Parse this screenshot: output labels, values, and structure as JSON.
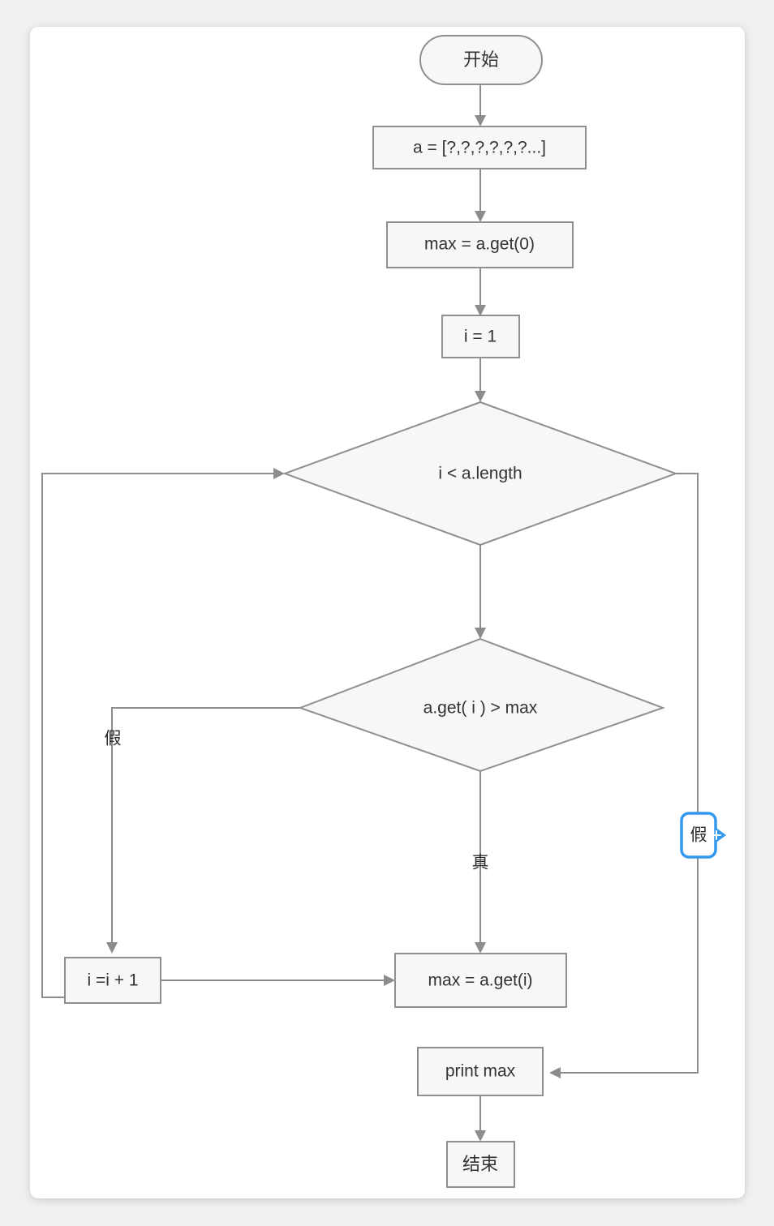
{
  "canvas": {
    "background_color": "#f0f0f0",
    "card_color": "#ffffff",
    "shape_fill": "#f7f7f7",
    "shape_stroke": "#8f8f8f",
    "edge_color": "#8c8c8c",
    "selection_color": "#3399ee"
  },
  "diagram": {
    "type": "flowchart",
    "title": "",
    "nodes": [
      {
        "id": "start",
        "label": "开始",
        "shape": "stadium"
      },
      {
        "id": "init_a",
        "label": "a = [?,?,?,?,?,?...]",
        "shape": "rect"
      },
      {
        "id": "init_max",
        "label": "max = a.get(0)",
        "shape": "rect"
      },
      {
        "id": "init_i",
        "label": "i =  1",
        "shape": "rect"
      },
      {
        "id": "cond_len",
        "label": "i < a.length",
        "shape": "diamond"
      },
      {
        "id": "cond_gt",
        "label": "a.get( i ) > max",
        "shape": "diamond"
      },
      {
        "id": "incr_i",
        "label": "i =i + 1",
        "shape": "rect"
      },
      {
        "id": "set_max",
        "label": "max = a.get(i)",
        "shape": "rect"
      },
      {
        "id": "print",
        "label": "print max",
        "shape": "rect"
      },
      {
        "id": "end",
        "label": "结束",
        "shape": "rect"
      }
    ],
    "edges": [
      {
        "from": "start",
        "to": "init_a",
        "label": ""
      },
      {
        "from": "init_a",
        "to": "init_max",
        "label": ""
      },
      {
        "from": "init_max",
        "to": "init_i",
        "label": ""
      },
      {
        "from": "init_i",
        "to": "cond_len",
        "label": ""
      },
      {
        "from": "cond_len",
        "to": "cond_gt",
        "label": ""
      },
      {
        "from": "cond_len",
        "to": "print",
        "label": "假"
      },
      {
        "from": "cond_gt",
        "to": "incr_i",
        "label": "假"
      },
      {
        "from": "cond_gt",
        "to": "set_max",
        "label": "真"
      },
      {
        "from": "incr_i",
        "to": "set_max",
        "label": ""
      },
      {
        "from": "incr_i",
        "to": "cond_len",
        "label": ""
      },
      {
        "from": "print",
        "to": "end",
        "label": ""
      }
    ],
    "branch_labels": {
      "cond_gt_false": "假",
      "cond_gt_true": "真",
      "cond_len_false": "假"
    }
  },
  "selection": {
    "label": "假",
    "selected": true,
    "add_button_icon": "plus-icon"
  }
}
